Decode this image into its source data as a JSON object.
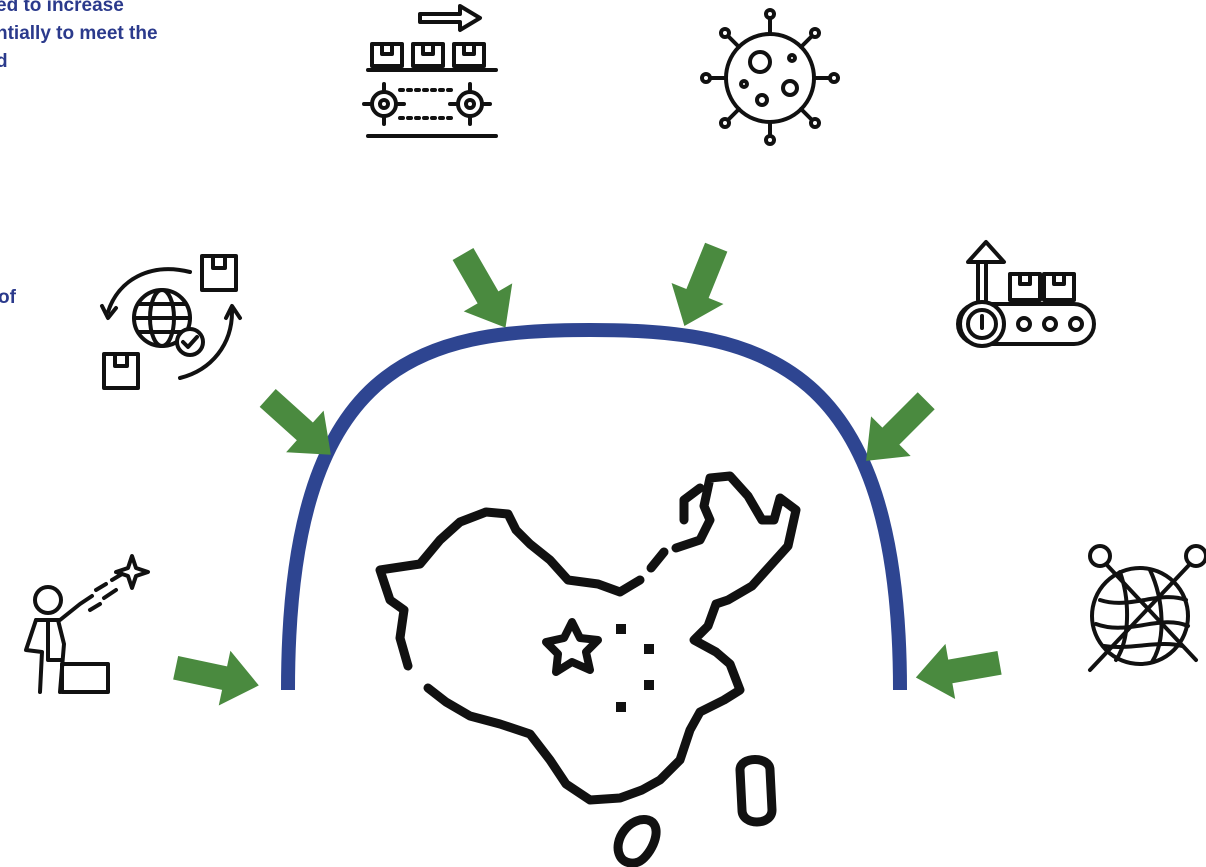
{
  "texts": {
    "top_lines": [
      "ed to increase",
      "ntially to meet the",
      "d"
    ],
    "mid": "of"
  },
  "icons": [
    "conveyor-production-icon",
    "virus-icon",
    "global-logistics-icon",
    "production-increase-icon",
    "visionary-leader-icon",
    "no-knitting-icon",
    "china-map-icon"
  ],
  "colors": {
    "text": "#2b3a8c",
    "arc": "#2e4591",
    "arrow": "#4a8a3f",
    "icon": "#111111"
  }
}
